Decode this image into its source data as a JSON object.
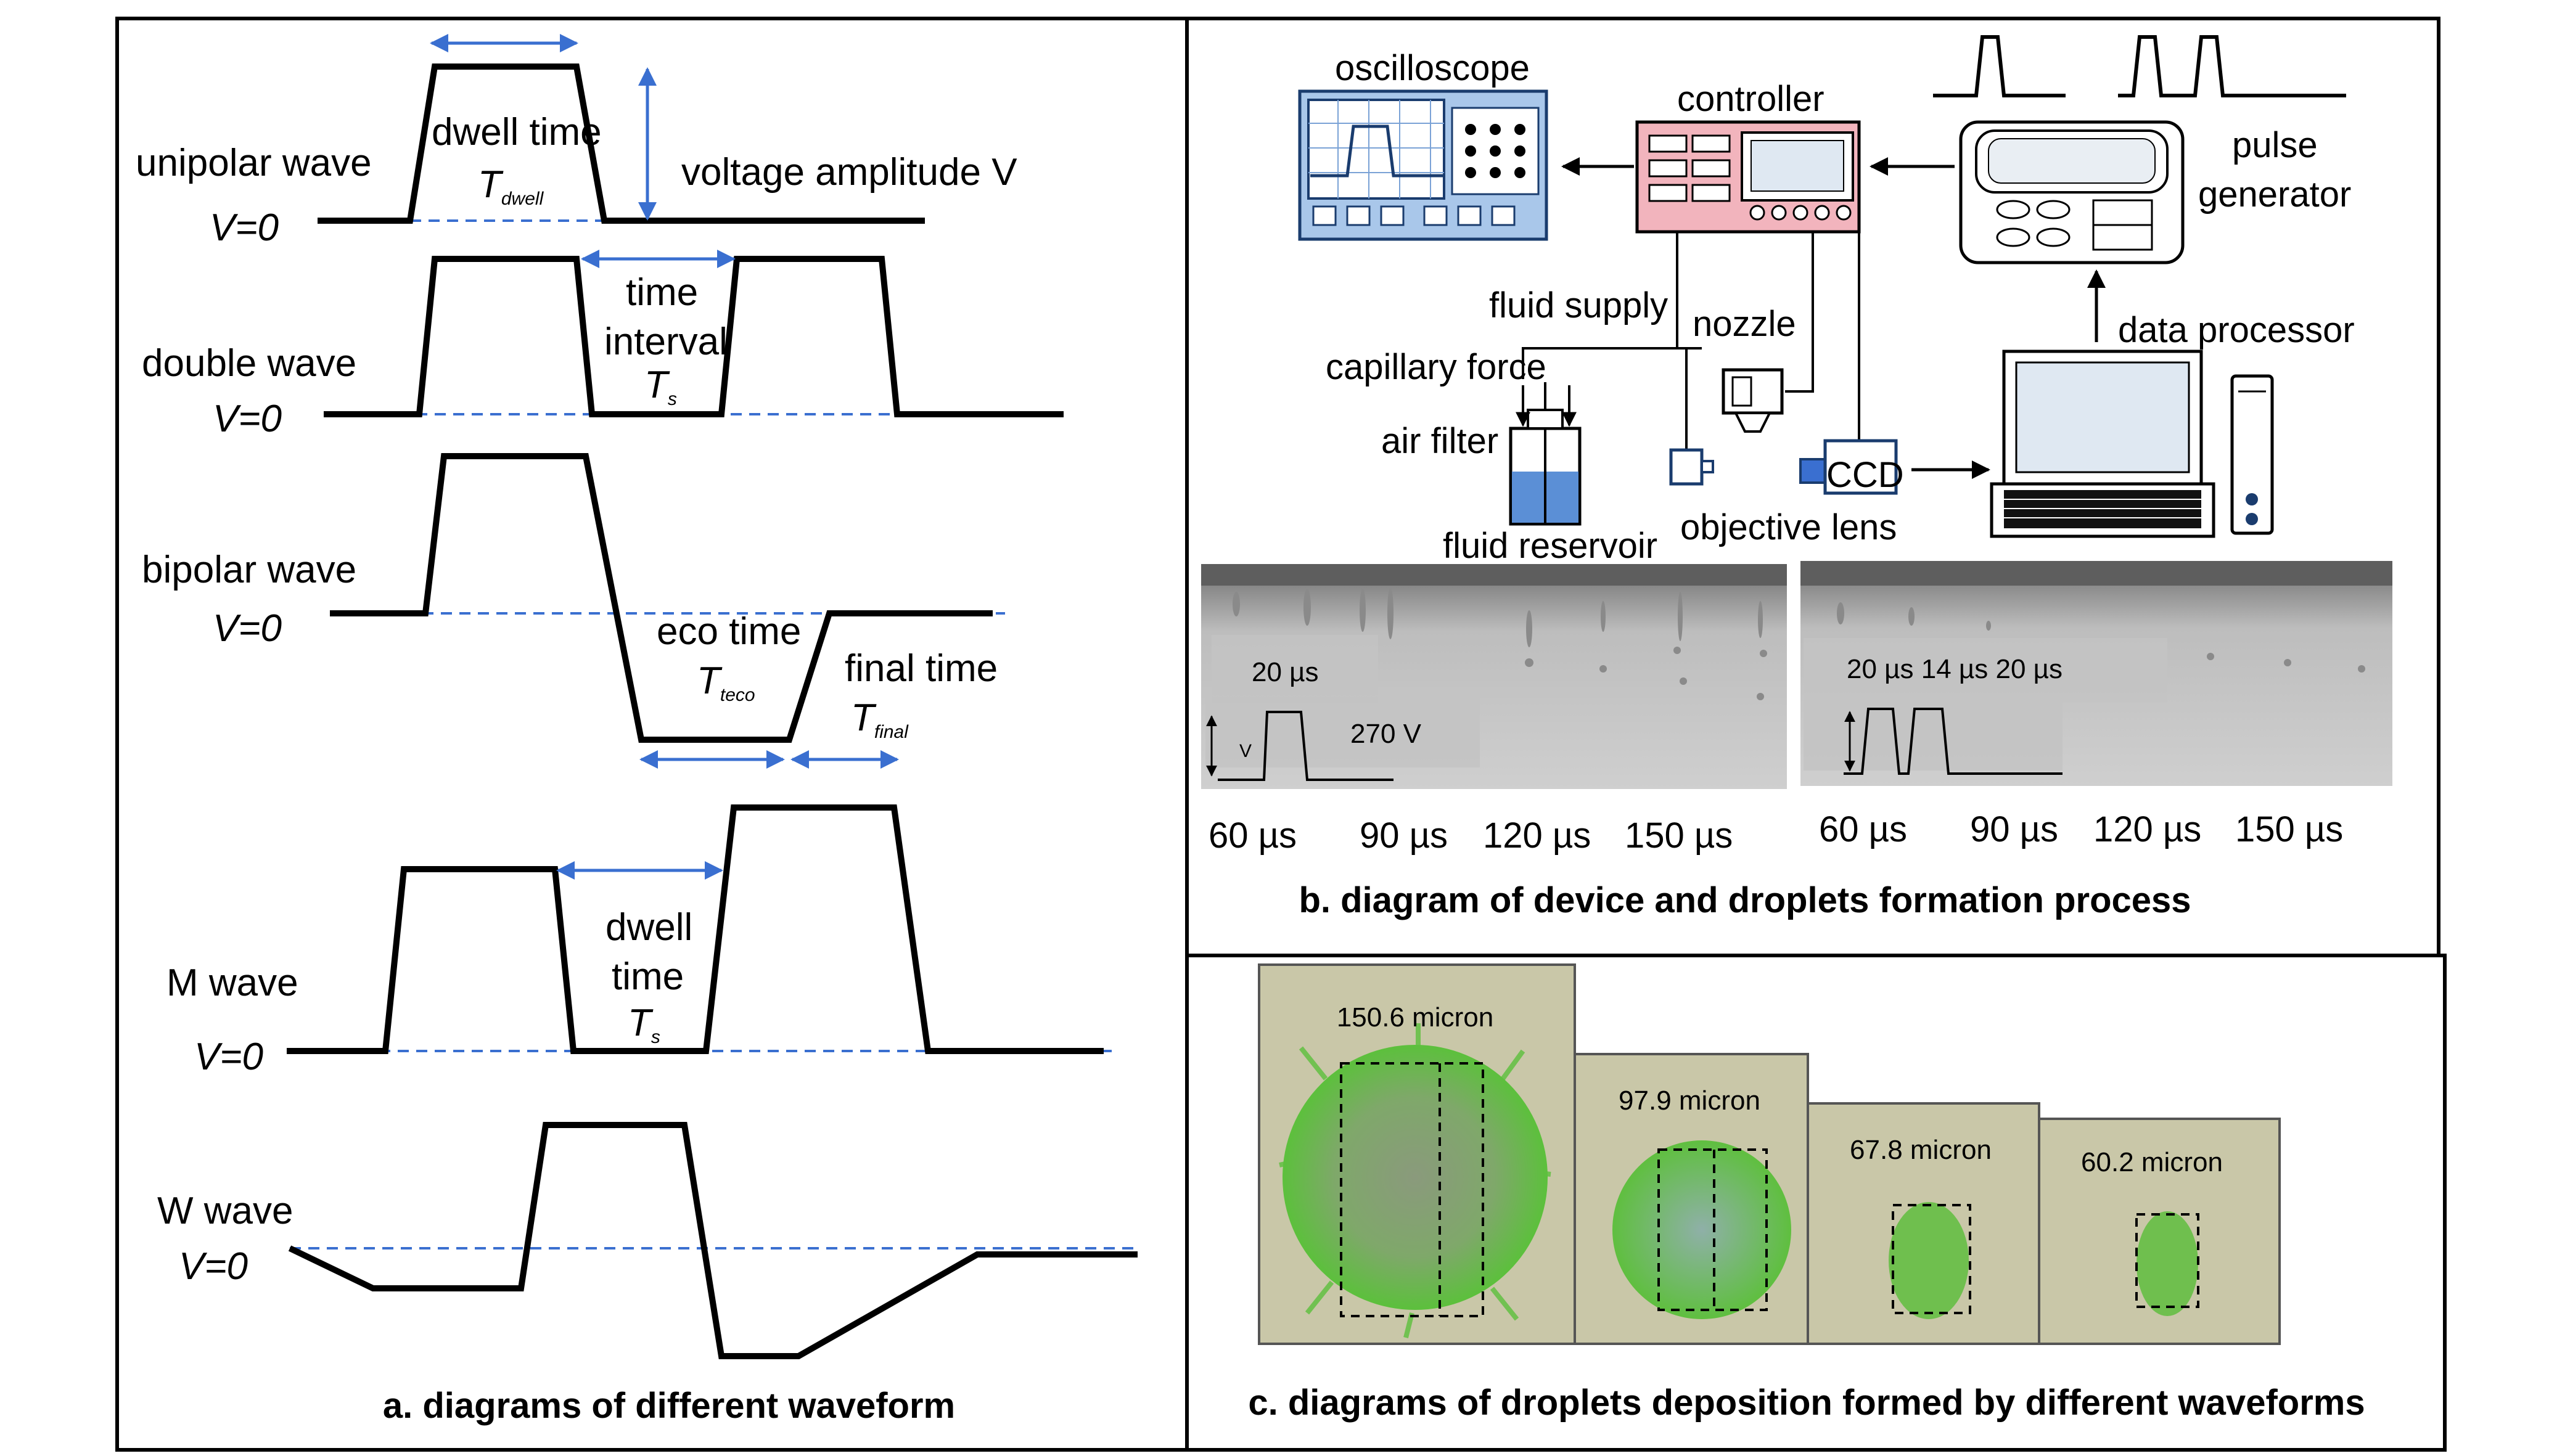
{
  "panel_a": {
    "caption": "a. diagrams of different waveform",
    "zero_label": "V=0",
    "unipolar": {
      "name": "unipolar wave",
      "dwell_label": "dwell time",
      "dwell_symbol": "T",
      "dwell_sub": "dwell",
      "amplitude_label": "voltage amplitude V"
    },
    "double": {
      "name": "double wave",
      "interval_line1": "time",
      "interval_line2": "interval",
      "interval_symbol": "T",
      "interval_sub": "s"
    },
    "bipolar": {
      "name": "bipolar wave",
      "eco_label": "eco time",
      "eco_symbol": "T",
      "eco_sub": "teco",
      "final_label": "final time",
      "final_symbol": "T",
      "final_sub": "final"
    },
    "m": {
      "name": "M wave",
      "dwell_line1": "dwell",
      "dwell_line2": "time",
      "dwell_symbol": "T",
      "dwell_sub": "s"
    },
    "w": {
      "name": "W wave"
    }
  },
  "panel_b": {
    "caption": "b. diagram of device and droplets formation process",
    "labels": {
      "oscilloscope": "oscilloscope",
      "controller": "controller",
      "pulse_line1": "pulse",
      "pulse_line2": "generator",
      "fluid_supply": "fluid supply",
      "nozzle": "nozzle",
      "capillary_force": "capillary force",
      "air_filter": "air filter",
      "ccd": "CCD",
      "data_processor": "data processor",
      "fluid_reservoir": "fluid reservoir",
      "objective_lens": "objective lens"
    },
    "left_photo": {
      "pulse_width": "20 µs",
      "voltage": "270 V",
      "axis_v": "V"
    },
    "right_photo": {
      "pulse_timing": "20 µs 14 µs 20 µs"
    },
    "time_labels_left": [
      "60 µs",
      "90 µs",
      "120 µs",
      "150 µs"
    ],
    "time_labels_right": [
      "60 µs",
      "90 µs",
      "120 µs",
      "150 µs"
    ]
  },
  "panel_c": {
    "caption": "c. diagrams of droplets deposition formed by different waveforms",
    "droplets": [
      "150.6 micron",
      "97.9 micron",
      "67.8 micron",
      "60.2 micron"
    ]
  },
  "colors": {
    "accent_blue": "#3a6fd0",
    "reservoir_blue": "#5b8fd6",
    "controller_pink": "#f2b4bd",
    "scope_blue": "#a9c7ea",
    "droplet_green": "#6fbf4e",
    "photo_bg": "#c9c7a8"
  }
}
